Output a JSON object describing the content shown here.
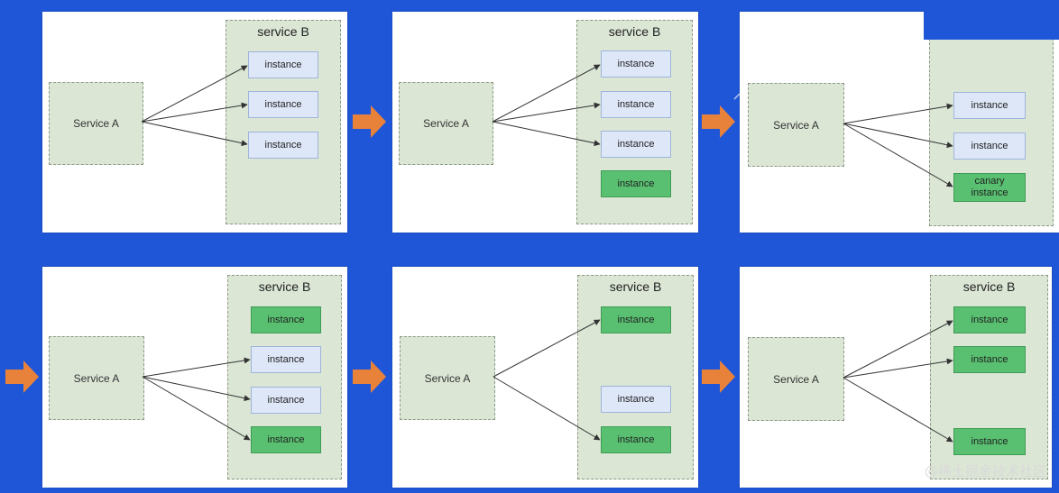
{
  "labels": {
    "service_a": "Service A",
    "service_b": "service B",
    "instance": "instance",
    "canary": "canary instance"
  },
  "panels": [
    {
      "id": "p1",
      "title_visible": true,
      "instances": [
        {
          "kind": "old",
          "routed": true
        },
        {
          "kind": "old",
          "routed": true
        },
        {
          "kind": "old",
          "routed": true
        }
      ]
    },
    {
      "id": "p2",
      "title_visible": true,
      "instances": [
        {
          "kind": "old",
          "routed": true
        },
        {
          "kind": "old",
          "routed": true
        },
        {
          "kind": "old",
          "routed": true
        },
        {
          "kind": "new",
          "routed": false
        }
      ]
    },
    {
      "id": "p3",
      "title_visible": false,
      "instances": [
        {
          "kind": "old",
          "routed": true
        },
        {
          "kind": "old",
          "routed": true
        },
        {
          "kind": "new",
          "label": "canary",
          "routed": true
        }
      ]
    },
    {
      "id": "p4",
      "title_visible": true,
      "instances": [
        {
          "kind": "new",
          "routed": false
        },
        {
          "kind": "old",
          "routed": true
        },
        {
          "kind": "old",
          "routed": true
        },
        {
          "kind": "new",
          "routed": true
        }
      ]
    },
    {
      "id": "p5",
      "title_visible": true,
      "instances": [
        {
          "kind": "new",
          "routed": true
        },
        {
          "kind": "old",
          "routed": false
        },
        {
          "kind": "new",
          "routed": true
        }
      ]
    },
    {
      "id": "p6",
      "title_visible": true,
      "instances": [
        {
          "kind": "new",
          "routed": true
        },
        {
          "kind": "new",
          "routed": true
        },
        {
          "kind": "new",
          "routed": true
        }
      ]
    }
  ],
  "colors": {
    "background": "#1f56d8",
    "service_box": "#dbe6d5",
    "old_instance": "#dde7f8",
    "new_instance": "#58c070",
    "flow_arrow": "#e8823a"
  },
  "watermark": "@稀土掘金技术社区"
}
